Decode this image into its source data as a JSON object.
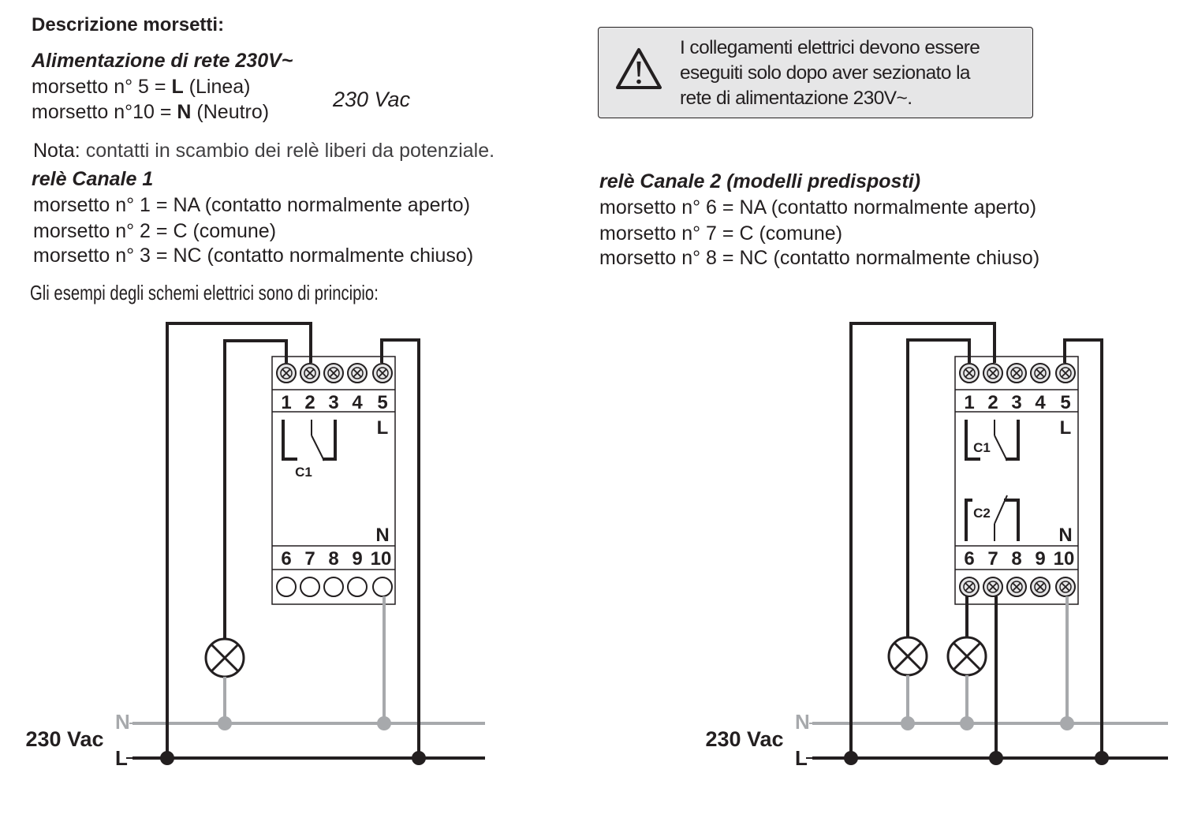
{
  "header": {
    "title": "Descrizione morsetti:"
  },
  "alimentazione": {
    "title": "Alimentazione di rete 230V~",
    "l_prefix": "morsetto n° 5  = ",
    "l_code": "L",
    "l_desc": " (Linea)",
    "n_prefix": "morsetto n°10 = ",
    "n_code": "N",
    "n_desc": " (Neutro)",
    "voltage": "230 Vac"
  },
  "warning": {
    "icon": "warning-triangle-icon",
    "lines": [
      "I collegamenti elettrici devono essere",
      "eseguiti solo dopo aver sezionato la",
      "rete di alimentazione 230V~."
    ]
  },
  "nota": {
    "label": "Nota:",
    "text": " contatti in scambio dei relè liberi da potenziale."
  },
  "canale1": {
    "title": "relè Canale 1",
    "items": [
      "morsetto n° 1 = NA (contatto normalmente aperto)",
      "morsetto n° 2 = C   (comune)",
      "morsetto n° 3 = NC (contatto normalmente chiuso)"
    ]
  },
  "canale2": {
    "title": "relè Canale 2 (modelli predisposti)",
    "items": [
      "morsetto n° 6 = NA (contatto normalmente aperto)",
      "morsetto n° 7 = C   (comune)",
      "morsetto n° 8 = NC (contatto normalmente chiuso)"
    ]
  },
  "schemi_note": "Gli esempi degli schemi elettrici sono di principio:",
  "diagram": {
    "top_terminals": [
      "1",
      "2",
      "3",
      "4",
      "5"
    ],
    "bottom_terminals": [
      "6",
      "7",
      "8",
      "9",
      "10"
    ],
    "label_l": "L",
    "label_n": "N",
    "relay1": "C1",
    "relay2": "C2",
    "supply_label": "230 Vac",
    "line_n": "N",
    "line_l": "L",
    "colors": {
      "wire": "#231f20",
      "neutral": "#a7a9ac",
      "screw": "#e6e6e7"
    }
  }
}
